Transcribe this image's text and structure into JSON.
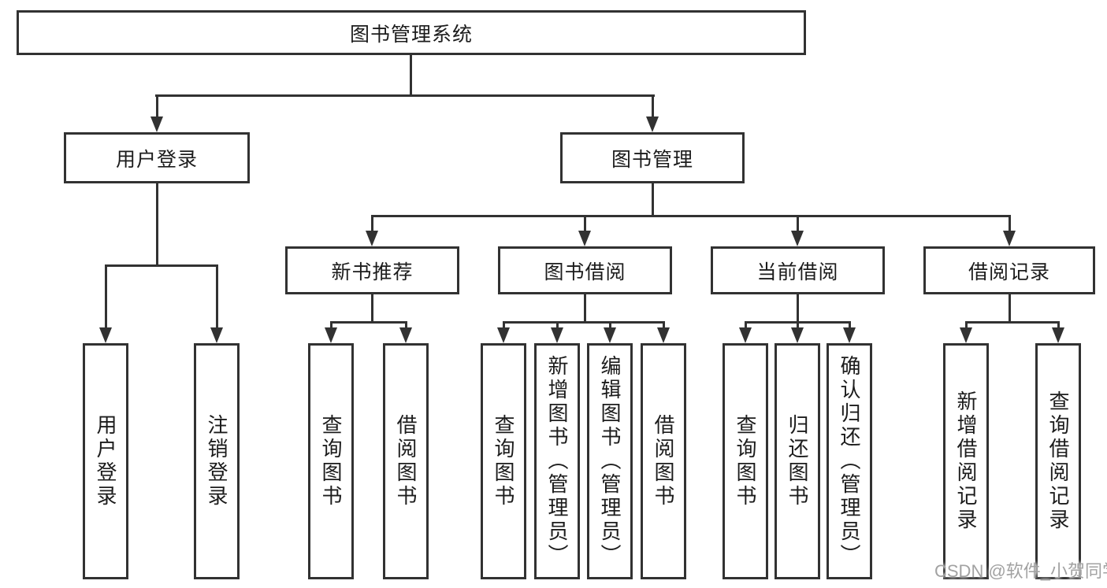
{
  "tree": {
    "root": {
      "label": "图书管理系统"
    },
    "children": [
      {
        "label": "用户登录",
        "children": [
          {
            "label": "用户登录"
          },
          {
            "label": "注销登录"
          }
        ]
      },
      {
        "label": "图书管理",
        "children": [
          {
            "label": "新书推荐",
            "children": [
              {
                "label": "查询图书"
              },
              {
                "label": "借阅图书"
              }
            ]
          },
          {
            "label": "图书借阅",
            "children": [
              {
                "label": "查询图书"
              },
              {
                "label": "新增图书（管理员）"
              },
              {
                "label": "编辑图书（管理员）"
              },
              {
                "label": "借阅图书"
              }
            ]
          },
          {
            "label": "当前借阅",
            "children": [
              {
                "label": "查询图书"
              },
              {
                "label": "归还图书"
              },
              {
                "label": "确认归还（管理员）"
              }
            ]
          },
          {
            "label": "借阅记录",
            "children": [
              {
                "label": "新增借阅记录"
              },
              {
                "label": "查询借阅记录"
              }
            ]
          }
        ]
      }
    ]
  },
  "watermark": {
    "text": "CSDN @软件_小贺同学"
  },
  "colors": {
    "line": "#323232",
    "box_background": "#ffffff",
    "text": "#1c1c1c",
    "watermark": "#a2a2a2",
    "page_background": "#ffffff"
  }
}
